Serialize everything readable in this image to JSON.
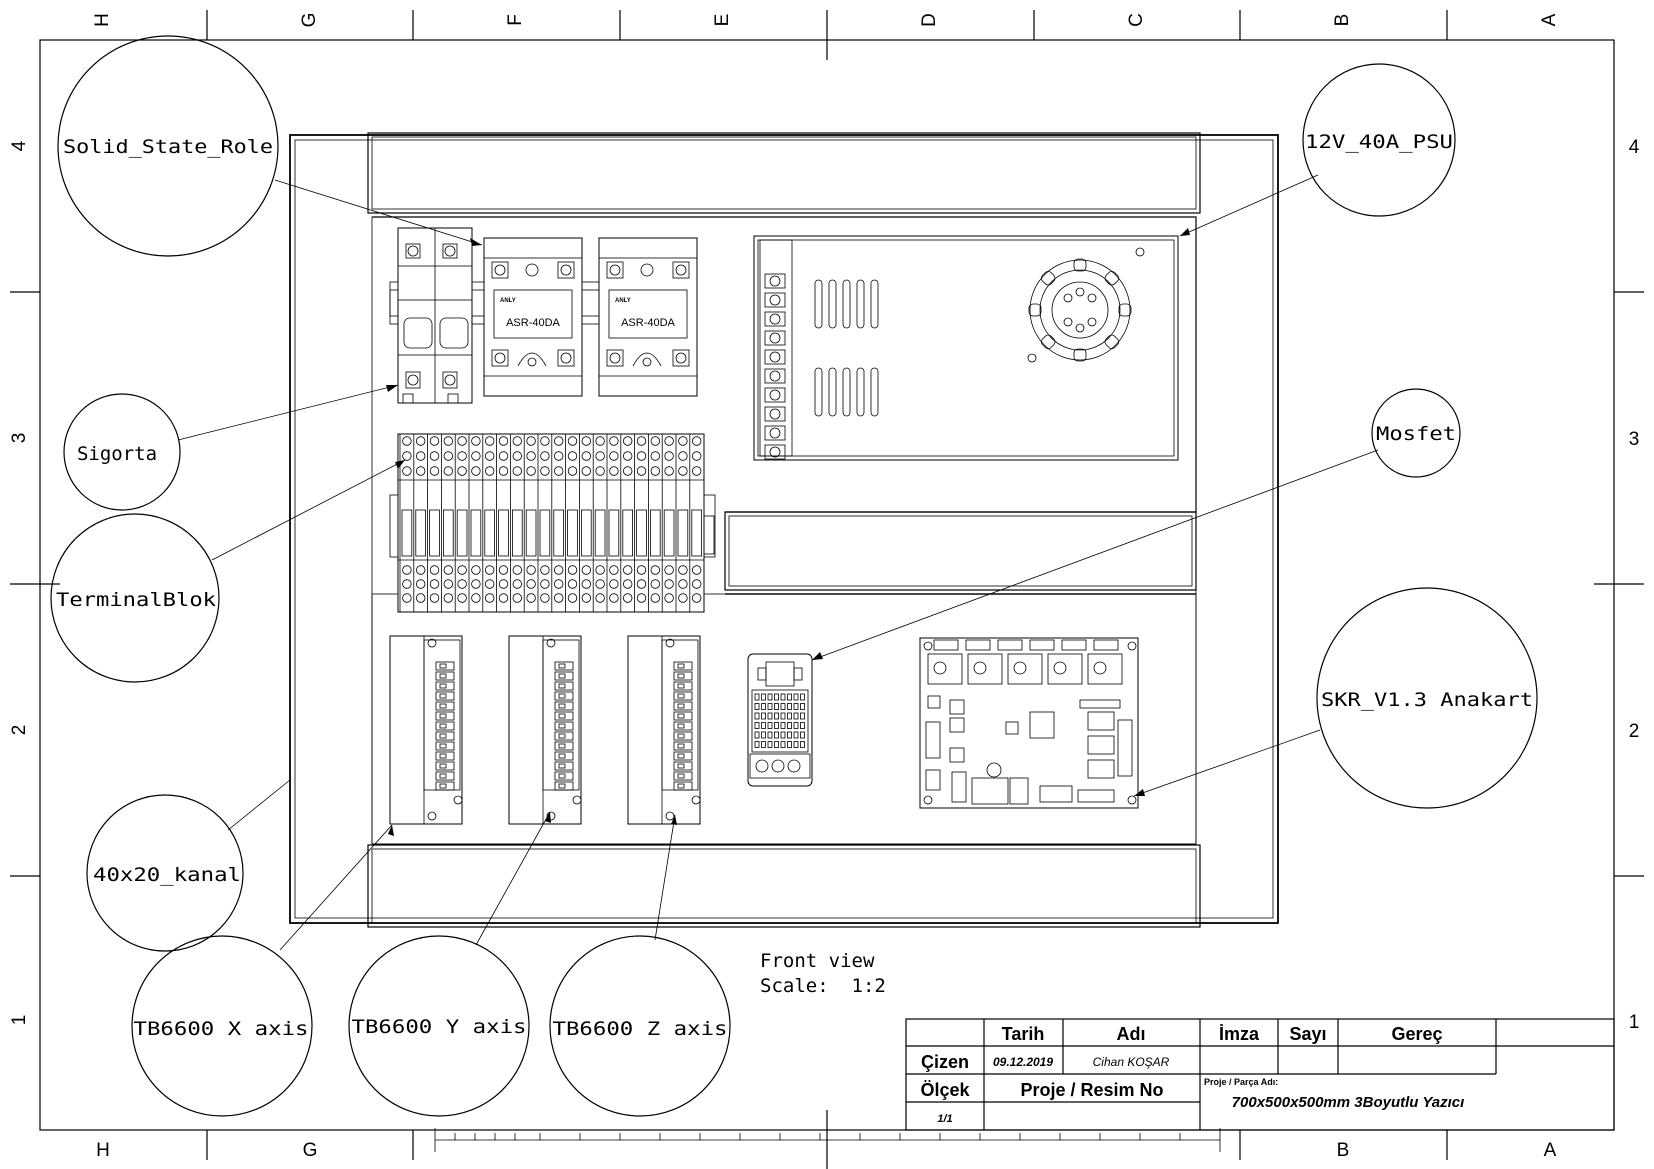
{
  "grid": {
    "columns_top": [
      "H",
      "G",
      "F",
      "E",
      "D",
      "C",
      "B",
      "A"
    ],
    "columns_bottom": [
      "H",
      "G",
      "B",
      "A"
    ],
    "rows": [
      "4",
      "3",
      "2",
      "1"
    ]
  },
  "callouts": {
    "solid_state_role": "Solid_State_Role",
    "sigorta": "Sigorta",
    "terminal_blok": "TerminalBlok",
    "kanal": "40x20_kanal",
    "tb6600_x": "TB6600 X axis",
    "tb6600_y": "TB6600 Y axis",
    "tb6600_z": "TB6600 Z axis",
    "psu": "12V_40A_PSU",
    "mosfet": "Mosfet",
    "skr": "SKR_V1.3 Anakart"
  },
  "view": {
    "name": "Front view",
    "scale": "Scale:  1:2"
  },
  "components": {
    "ssr_model_1": "ASR-40DA",
    "ssr_model_2": "ASR-40DA",
    "ssr_brand": "ANLY"
  },
  "title_block": {
    "col_tarih": "Tarih",
    "col_adi": "Adı",
    "col_imza": "İmza",
    "col_sayi": "Sayı",
    "col_gerec": "Gereç",
    "row_cizen": "Çizen",
    "date": "09.12.2019",
    "author": "Cihan KOŞAR",
    "row_olcek": "Ölçek",
    "proje_resim_no": "Proje / Resim No",
    "proje_parca_adi_label": "Proje / Parça Adı:",
    "project_name": "700x500x500mm 3Boyutlu Yazıcı",
    "scale_value": "1/1"
  }
}
